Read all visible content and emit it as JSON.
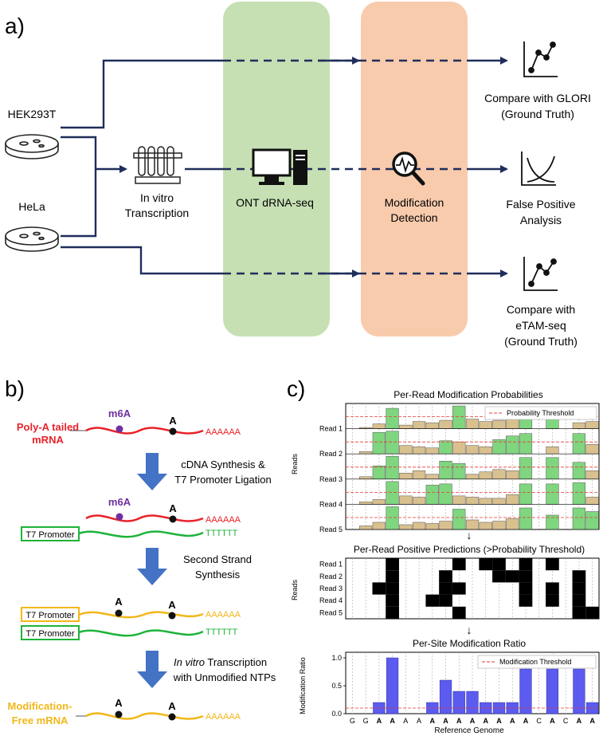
{
  "panel_a": {
    "label": "a)",
    "cells": {
      "hek": "HEK293T",
      "hela": "HeLa"
    },
    "ivt_line1": "In vitro",
    "ivt_line2": "Transcription",
    "seq_label": "ONT dRNA-seq",
    "mod_line1": "Modification",
    "mod_line2": "Detection",
    "out1_line1": "Compare with GLORI",
    "out1_line2": "(Ground Truth)",
    "out2_line1": "False Positive",
    "out2_line2": "Analysis",
    "out3_line1": "Compare with",
    "out3_line2": "eTAM-seq",
    "out3_line3": "(Ground Truth)",
    "colors": {
      "seq_band": "#c6e0b4",
      "mod_band": "#f8cbad",
      "arrow": "#1f2d5a"
    }
  },
  "panel_b": {
    "label": "b)",
    "polya_line1": "Poly-A tailed",
    "polya_line2": "mRNA",
    "m6a": "m6A",
    "a": "A",
    "tail_a": "AAAAAA",
    "tail_t": "TTTTTT",
    "t7": "T7 Promoter",
    "step1_line1": "cDNA Synthesis &",
    "step1_line2": "T7 Promoter Ligation",
    "step2_line1": "Second Strand",
    "step2_line2": "Synthesis",
    "step3_italic": "In vitro",
    "step3_rest": " Transcription",
    "step3_line2": "with Unmodified NTPs",
    "mf_line1": "Modification-",
    "mf_line2": "Free mRNA",
    "colors": {
      "red": "#e8232a",
      "green": "#1fb33a",
      "yellow": "#f2b71b",
      "purple": "#7030a0",
      "arrow": "#4472c4"
    }
  },
  "panel_c": {
    "label": "c)",
    "arrow_glyph": "↓",
    "prob": {
      "title": "Per-Read Modification Probabilities",
      "ylabel": "Reads",
      "legend": "Probability Threshold",
      "reads": [
        "Read 1",
        "Read 2",
        "Read 3",
        "Read 4",
        "Read 5"
      ]
    },
    "pred": {
      "title": "Per-Read Positive Predictions (>Probability Threshold)",
      "ylabel": "Reads",
      "reads": [
        "Read 1",
        "Read 2",
        "Read 3",
        "Read 4",
        "Read 5"
      ]
    },
    "ratio": {
      "title": "Per-Site Modification Ratio",
      "ylabel": "Modification Ratio",
      "xlabel": "Reference Genome",
      "legend": "Modification Threshold",
      "yticks": [
        "0.0",
        "0.5",
        "1.0"
      ]
    },
    "genome": [
      "G",
      "G",
      "A",
      "A",
      "A",
      "A",
      "A",
      "A",
      "A",
      "A",
      "A",
      "A",
      "A",
      "A",
      "C",
      "A",
      "C",
      "A",
      "A"
    ],
    "genome_bold": [
      false,
      false,
      true,
      true,
      false,
      false,
      true,
      true,
      true,
      true,
      true,
      true,
      true,
      true,
      false,
      true,
      false,
      true,
      true
    ],
    "colors": {
      "green": "#7fd67f",
      "tan": "#d9c08f",
      "threshold": "#e53935",
      "bar": "#5b5bf0",
      "black": "#000000"
    }
  },
  "chart_data": [
    {
      "type": "bar",
      "title": "Per-Read Modification Probabilities",
      "ylabel": "Reads",
      "categories": [
        "G",
        "G",
        "A",
        "A",
        "A",
        "A",
        "A",
        "A",
        "A",
        "A",
        "A",
        "A",
        "A",
        "A",
        "C",
        "A",
        "C",
        "A",
        "A"
      ],
      "threshold": 0.5,
      "series": [
        {
          "name": "Read 1",
          "values": [
            0,
            0.05,
            0.2,
            0.85,
            0.15,
            0.3,
            0.25,
            0.35,
            0.95,
            0.4,
            0.3,
            0.35,
            0.4,
            0.85,
            0,
            0.9,
            0,
            0.25,
            0.3
          ]
        },
        {
          "name": "Read 2",
          "values": [
            0,
            0.1,
            0.9,
            0.95,
            0.35,
            0.3,
            0.25,
            0.55,
            0.5,
            0.35,
            0.3,
            0.6,
            0.75,
            0.85,
            0,
            0.3,
            0,
            0.85,
            0.4
          ]
        },
        {
          "name": "Read 3",
          "values": [
            0,
            0.1,
            0.55,
            0.95,
            0.25,
            0.35,
            0.2,
            0.75,
            0.65,
            0.2,
            0.3,
            0.4,
            0.35,
            0.9,
            0,
            0.9,
            0,
            0.7,
            0.35
          ]
        },
        {
          "name": "Read 4",
          "values": [
            0,
            0.1,
            0.2,
            0.95,
            0.35,
            0.3,
            0.8,
            0.85,
            0.35,
            0.3,
            0.25,
            0.25,
            0.4,
            0.85,
            0,
            0.85,
            0,
            0.9,
            0.3
          ]
        },
        {
          "name": "Read 5",
          "values": [
            0,
            0.15,
            0.3,
            0.95,
            0.2,
            0.3,
            0.25,
            0.35,
            0.85,
            0.4,
            0.3,
            0.35,
            0.45,
            0.9,
            0,
            0.6,
            0,
            0.9,
            0.75
          ]
        }
      ]
    },
    {
      "type": "heatmap",
      "title": "Per-Read Positive Predictions (>Probability Threshold)",
      "ylabel": "Reads",
      "rows": [
        "Read 1",
        "Read 2",
        "Read 3",
        "Read 4",
        "Read 5"
      ],
      "categories": [
        "G",
        "G",
        "A",
        "A",
        "A",
        "A",
        "A",
        "A",
        "A",
        "A",
        "A",
        "A",
        "A",
        "A",
        "C",
        "A",
        "C",
        "A",
        "A"
      ],
      "values": [
        [
          0,
          0,
          0,
          1,
          0,
          0,
          0,
          0,
          1,
          0,
          1,
          1,
          0,
          1,
          0,
          1,
          0,
          0,
          0
        ],
        [
          0,
          0,
          0,
          1,
          0,
          0,
          0,
          1,
          0,
          0,
          0,
          1,
          1,
          1,
          0,
          0,
          0,
          1,
          0
        ],
        [
          0,
          0,
          1,
          1,
          0,
          0,
          0,
          1,
          1,
          0,
          0,
          0,
          0,
          1,
          0,
          1,
          0,
          1,
          0
        ],
        [
          0,
          0,
          0,
          1,
          0,
          0,
          1,
          1,
          0,
          0,
          0,
          0,
          0,
          1,
          0,
          1,
          0,
          1,
          0
        ],
        [
          0,
          0,
          0,
          1,
          0,
          0,
          0,
          0,
          1,
          0,
          0,
          0,
          0,
          0,
          0,
          0,
          0,
          1,
          1
        ]
      ]
    },
    {
      "type": "bar",
      "title": "Per-Site Modification Ratio",
      "xlabel": "Reference Genome",
      "ylabel": "Modification Ratio",
      "categories": [
        "G",
        "G",
        "A",
        "A",
        "A",
        "A",
        "A",
        "A",
        "A",
        "A",
        "A",
        "A",
        "A",
        "A",
        "C",
        "A",
        "C",
        "A",
        "A"
      ],
      "values": [
        0,
        0,
        0.2,
        1.0,
        0,
        0,
        0.2,
        0.6,
        0.4,
        0.4,
        0.2,
        0.2,
        0.2,
        0.8,
        0,
        0.8,
        0,
        0.8,
        0.2
      ],
      "threshold": 0.1,
      "ylim": [
        0,
        1.1
      ]
    }
  ]
}
